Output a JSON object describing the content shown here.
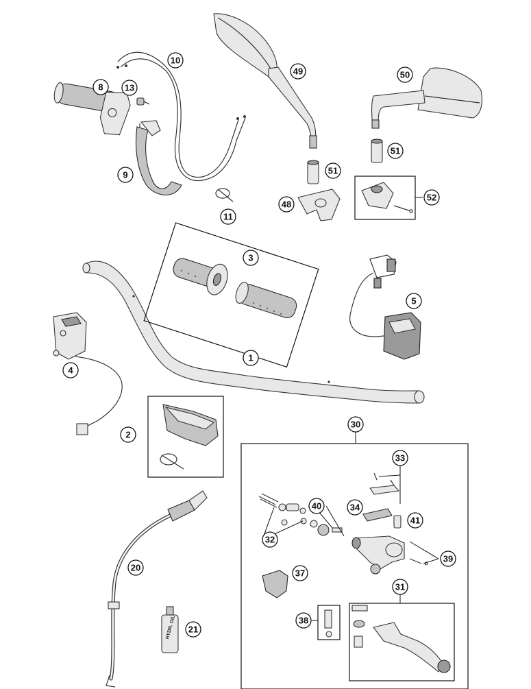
{
  "callouts": {
    "c1": "1",
    "c2": "2",
    "c3": "3",
    "c4": "4",
    "c5": "5",
    "c8": "8",
    "c9": "9",
    "c10": "10",
    "c11": "11",
    "c13": "13",
    "c20": "20",
    "c21": "21",
    "c30": "30",
    "c31": "31",
    "c32": "32",
    "c33": "33",
    "c34": "34",
    "c37": "37",
    "c38": "38",
    "c39": "39",
    "c40": "40",
    "c41": "41",
    "c48": "48",
    "c49": "49",
    "c50": "50",
    "c51a": "51",
    "c51b": "51",
    "c52": "52"
  },
  "bottle_label": "HYDR. OIL"
}
